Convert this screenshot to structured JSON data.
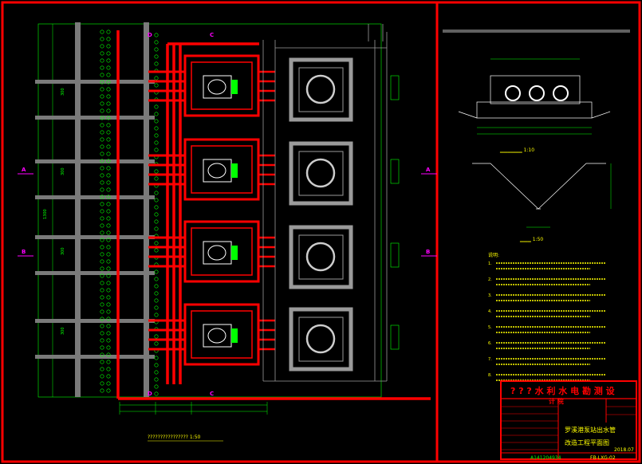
{
  "drawing": {
    "scale_label": "???????????????? 1:50",
    "section_label_a": "A",
    "section_label_b": "B",
    "section_label_c": "C",
    "section_label_d": "D",
    "title_red_row": "? ? ? 水 利 水 电 勘 测 设",
    "title_red_row2": "计 院",
    "title_main1": "罗溪港泵站出水管",
    "title_main2": "改造工程平面图",
    "drawing_no": "FB-LXG-02",
    "date": "2018.07",
    "serial": "A141204934",
    "dim_total": "1300",
    "dim_segments": [
      "300",
      "300",
      "300",
      "300"
    ],
    "notes_heading": "说明:",
    "notes_items": [
      "1.",
      "2.",
      "3.",
      "4.",
      "5.",
      "6.",
      "7.",
      "8."
    ]
  },
  "colors": {
    "frame": "#ff0000",
    "pipe": "#ff0000",
    "gray": "#808080",
    "green": "#00ff00",
    "white": "#ffffff",
    "yellow": "#ffff00",
    "magenta": "#ff00ff"
  }
}
